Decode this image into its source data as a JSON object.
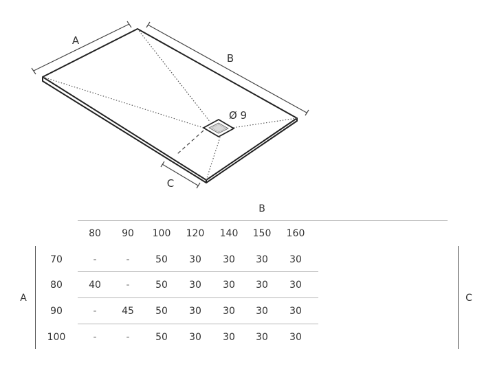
{
  "drawing": {
    "label_a": "A",
    "label_b": "B",
    "label_c": "C",
    "drain_label": "Ø 9"
  },
  "table": {
    "col_group_label": "B",
    "row_group_label": "A",
    "right_label": "C",
    "columns": [
      "80",
      "90",
      "100",
      "120",
      "140",
      "150",
      "160"
    ],
    "rows": [
      {
        "label": "70",
        "cells": [
          "-",
          "-",
          "50",
          "30",
          "30",
          "30",
          "30"
        ]
      },
      {
        "label": "80",
        "cells": [
          "40",
          "-",
          "50",
          "30",
          "30",
          "30",
          "30"
        ]
      },
      {
        "label": "90",
        "cells": [
          "-",
          "45",
          "50",
          "30",
          "30",
          "30",
          "30"
        ]
      },
      {
        "label": "100",
        "cells": [
          "-",
          "-",
          "50",
          "30",
          "30",
          "30",
          "30"
        ]
      }
    ]
  }
}
